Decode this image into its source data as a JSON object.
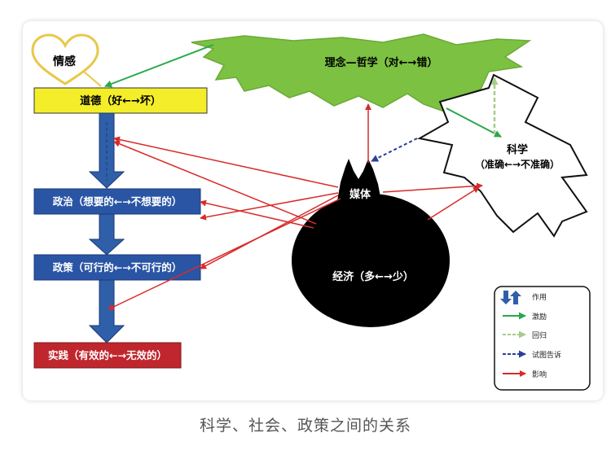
{
  "nodes": {
    "emotion": "情感",
    "morality": "道德（好←→坏）",
    "politics": "政治（想要的←→不想要的）",
    "policy": "政策（可行的←→不可行的）",
    "practice": "实践（有效的←→无效的）",
    "philosophy": "理念—哲学（对←→错）",
    "science_title": "科学",
    "science_sub": "（准确←→不准确）",
    "media": "媒体",
    "economy": "经济（多←→少）"
  },
  "legend": {
    "items": [
      {
        "label": "作用",
        "color": "#2f5fa8",
        "style": "block-arrow"
      },
      {
        "label": "激励",
        "color": "#2aa84a",
        "style": "solid"
      },
      {
        "label": "回归",
        "color": "#a6cc8a",
        "style": "dashed"
      },
      {
        "label": "试图告诉",
        "color": "#2b3f9c",
        "style": "dashed"
      },
      {
        "label": "影响",
        "color": "#d92a2a",
        "style": "solid"
      }
    ]
  },
  "caption": "科学、社会、政策之间的关系",
  "colors": {
    "blue_box": "#2a55a4",
    "red_box": "#c0262d",
    "yellow_box": "#f4ee2a",
    "green_cloud": "#7cc142",
    "red_arrow": "#d92a2a",
    "green_arrow": "#2aa84a",
    "light_green_arrow": "#a6cc8a",
    "blue_dashed": "#2b3f9c"
  }
}
